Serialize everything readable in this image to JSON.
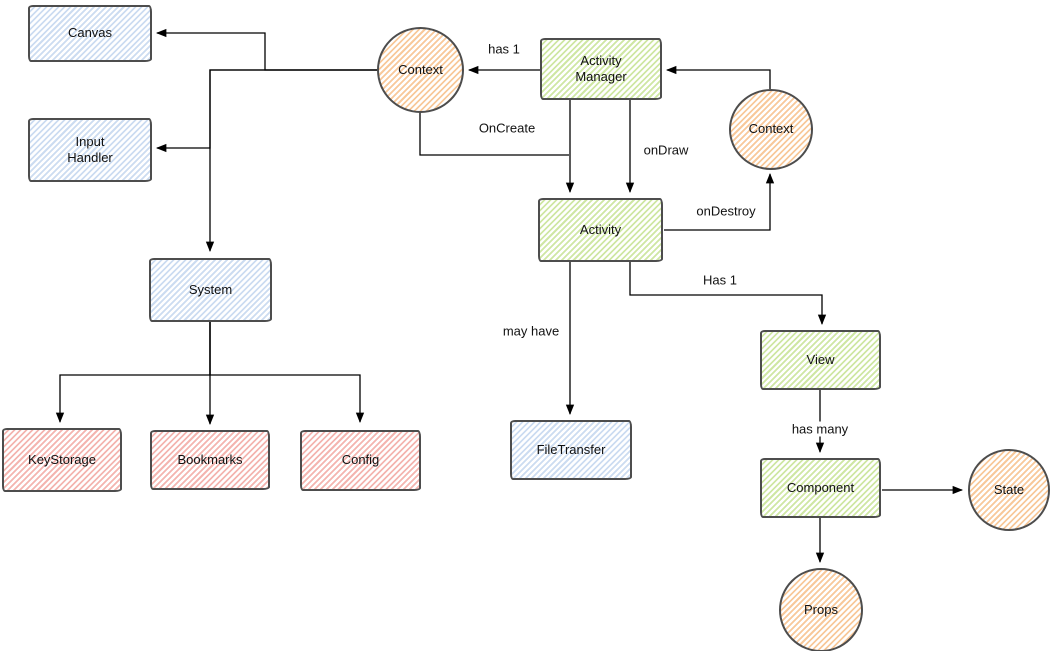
{
  "palette": {
    "blue_hatch": "#ccdcf1",
    "green_hatch": "#cfe7a4",
    "orange_hatch": "#f8c99b",
    "pink_hatch": "#f4b5b0",
    "shape_stroke": "#4d4d4d",
    "edge_stroke": "#000000",
    "background": "#ffffff"
  },
  "nodes": {
    "canvas": {
      "label": "Canvas",
      "shape": "rect",
      "color": "blue"
    },
    "input_handler": {
      "label": "Input\nHandler",
      "shape": "rect",
      "color": "blue"
    },
    "system": {
      "label": "System",
      "shape": "rect",
      "color": "blue"
    },
    "file_transfer": {
      "label": "FileTransfer",
      "shape": "rect",
      "color": "blue"
    },
    "activity_manager": {
      "label": "Activity\nManager",
      "shape": "rect",
      "color": "green"
    },
    "activity": {
      "label": "Activity",
      "shape": "rect",
      "color": "green"
    },
    "view": {
      "label": "View",
      "shape": "rect",
      "color": "green"
    },
    "component": {
      "label": "Component",
      "shape": "rect",
      "color": "green"
    },
    "key_storage": {
      "label": "KeyStorage",
      "shape": "rect",
      "color": "pink"
    },
    "bookmarks": {
      "label": "Bookmarks",
      "shape": "rect",
      "color": "pink"
    },
    "config": {
      "label": "Config",
      "shape": "rect",
      "color": "pink"
    },
    "context_left": {
      "label": "Context",
      "shape": "circle",
      "color": "orange"
    },
    "context_right": {
      "label": "Context",
      "shape": "circle",
      "color": "orange"
    },
    "state": {
      "label": "State",
      "shape": "circle",
      "color": "orange"
    },
    "props": {
      "label": "Props",
      "shape": "circle",
      "color": "orange"
    }
  },
  "edge_labels": {
    "has_1": "has 1",
    "on_create": "OnCreate",
    "on_draw": "onDraw",
    "on_destroy": "onDestroy",
    "may_have": "may have",
    "has_1_view": "Has 1",
    "has_many": "has many"
  }
}
